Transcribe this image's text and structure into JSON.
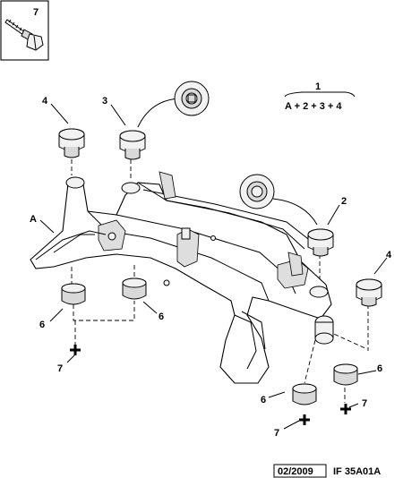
{
  "fastener_box": {
    "number": "7"
  },
  "legend": {
    "number": "1",
    "formula": "A + 2 + 3 + 4"
  },
  "callouts": {
    "n4_left": "4",
    "n3": "3",
    "nA": "A",
    "n2": "2",
    "n4_right": "4",
    "n6_a": "6",
    "n6_b": "6",
    "n6_c": "6",
    "n6_d": "6",
    "n7_a": "7",
    "n7_b": "7",
    "n7_c": "7"
  },
  "footer": {
    "date": "02/2009",
    "reference": "IF 35A01A"
  }
}
